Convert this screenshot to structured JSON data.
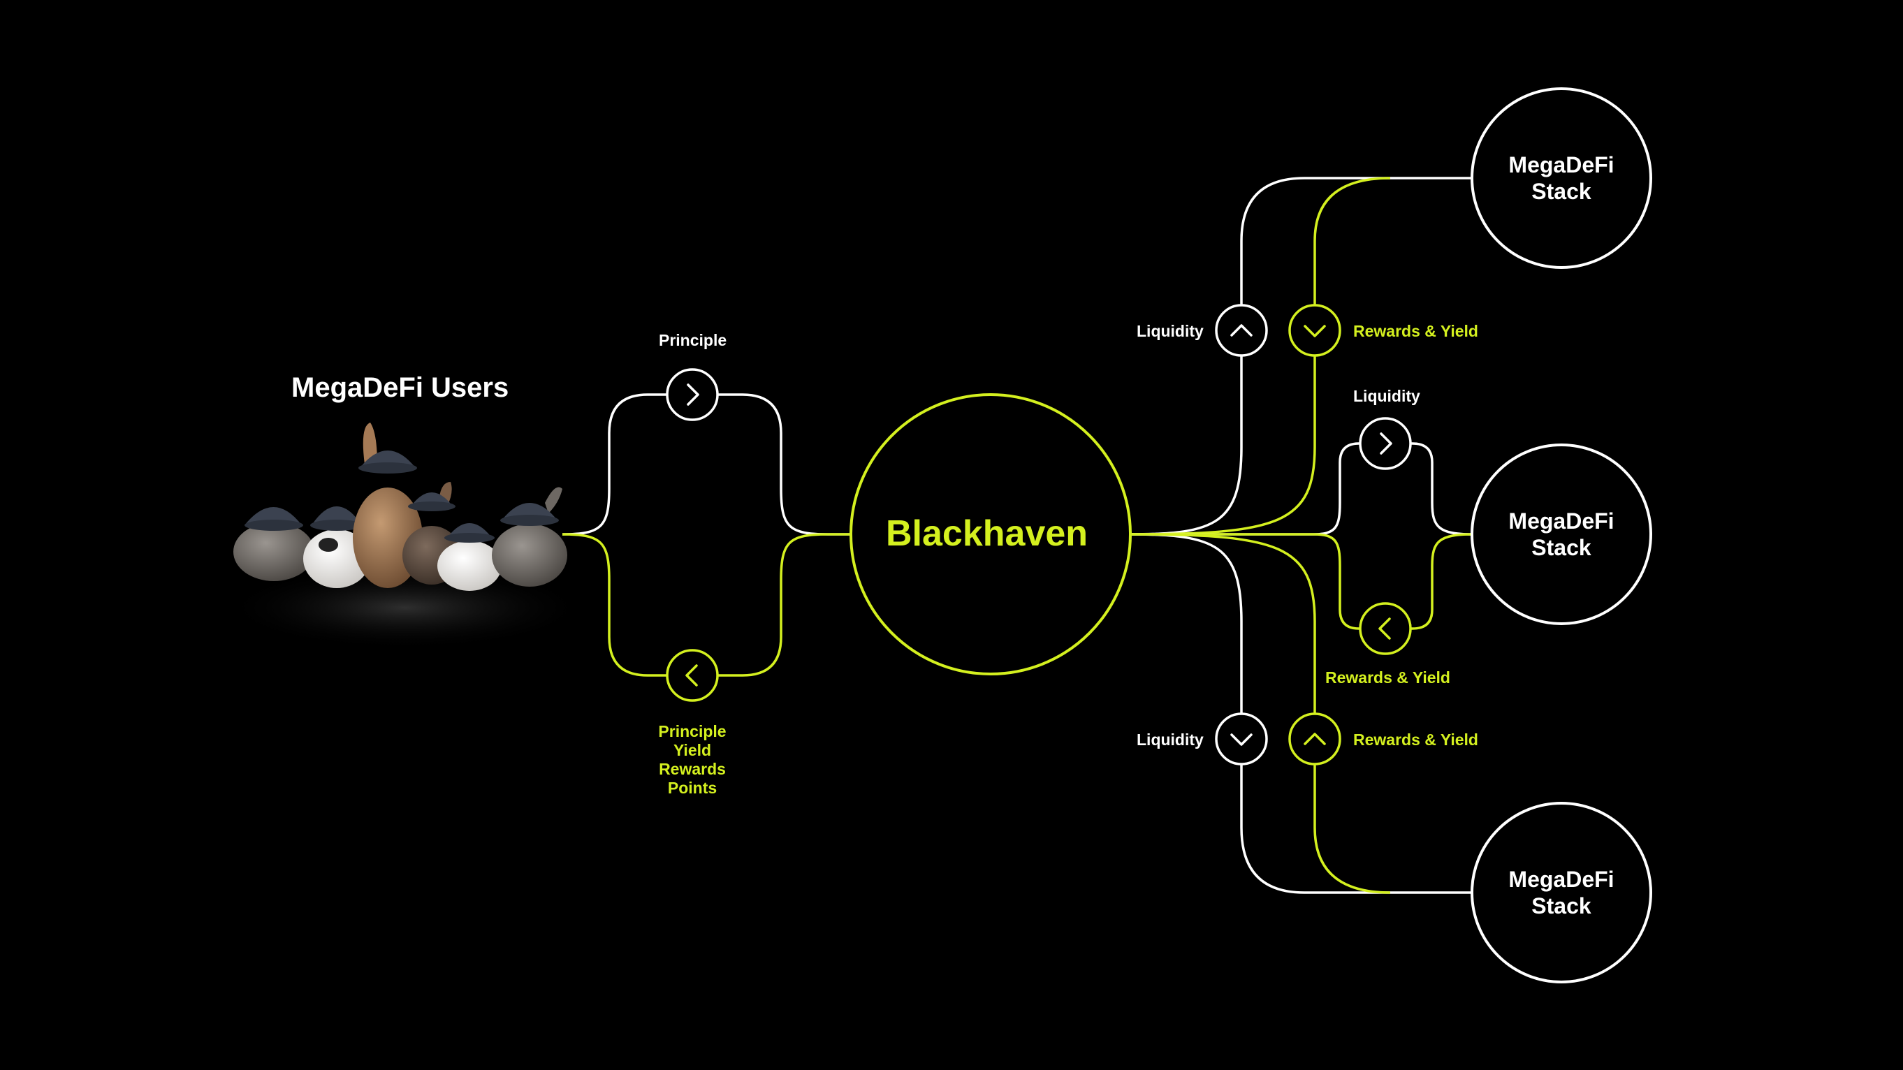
{
  "colors": {
    "accent": "#d4f01f",
    "line": "#ffffff",
    "background": "#000000"
  },
  "users": {
    "title": "MegaDeFi Users"
  },
  "hub": {
    "label": "Blackhaven"
  },
  "left_flow": {
    "top_label": "Principle",
    "bottom_labels": [
      "Principle",
      "Yield",
      "Rewards",
      "Points"
    ]
  },
  "stacks": [
    {
      "line1": "MegaDeFi",
      "line2": "Stack"
    },
    {
      "line1": "MegaDeFi",
      "line2": "Stack"
    },
    {
      "line1": "MegaDeFi",
      "line2": "Stack"
    }
  ],
  "flows": {
    "top_liquidity": "Liquidity",
    "top_rewards": "Rewards & Yield",
    "mid_liquidity": "Liquidity",
    "mid_rewards": "Rewards & Yield",
    "bottom_liquidity": "Liquidity",
    "bottom_rewards": "Rewards & Yield"
  },
  "icons": {
    "users_image": "rabbits-wearing-caps",
    "arrow_right": "chevron-right-icon",
    "arrow_left": "chevron-left-icon",
    "arrow_up": "chevron-up-icon",
    "arrow_down": "chevron-down-icon"
  }
}
